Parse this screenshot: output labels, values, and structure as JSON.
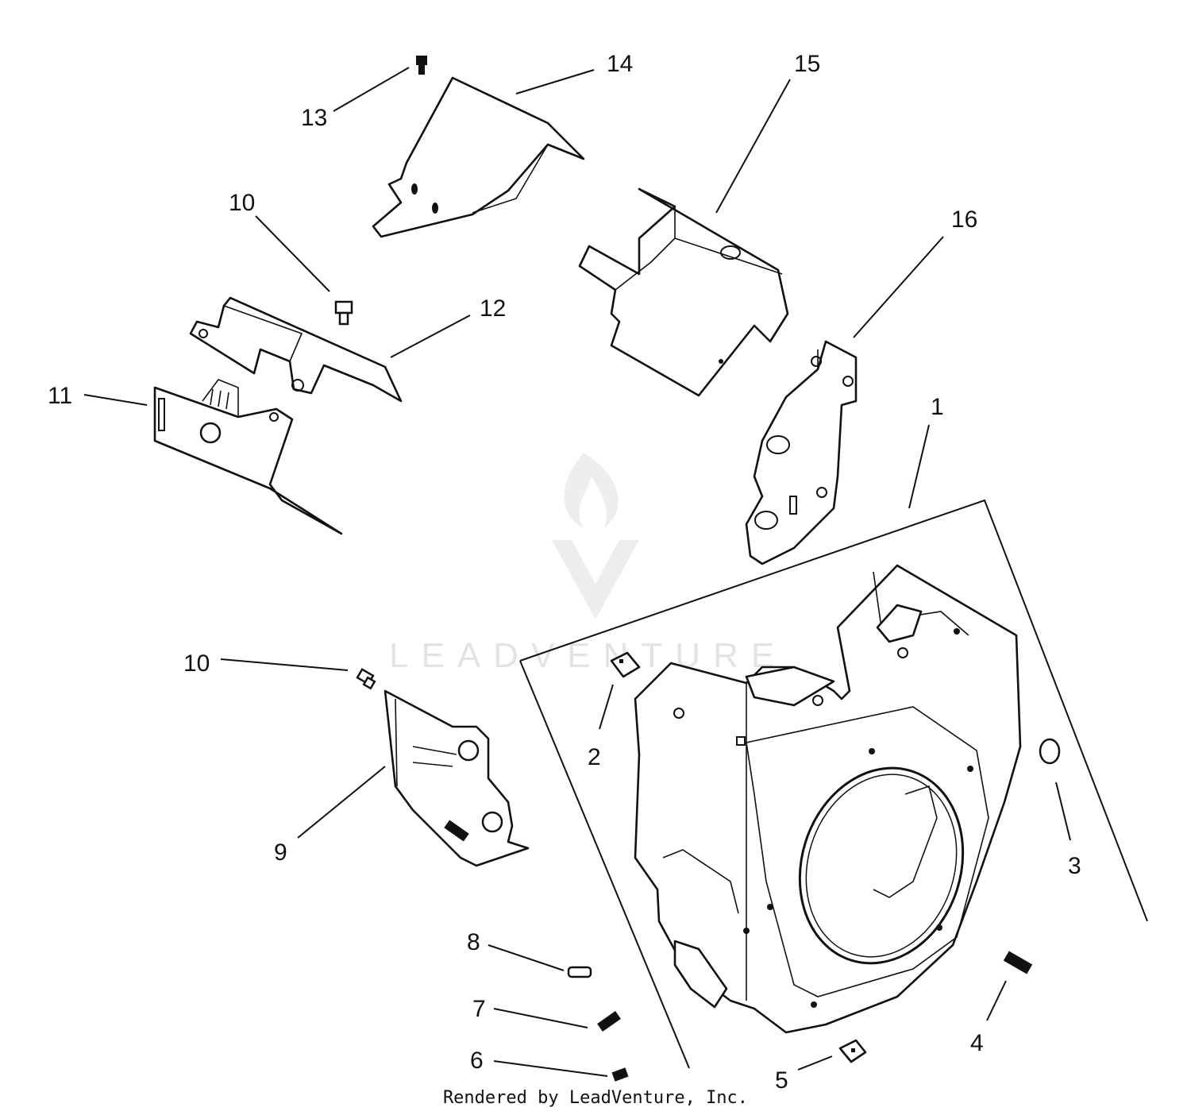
{
  "callouts": [
    "1",
    "2",
    "3",
    "4",
    "5",
    "6",
    "7",
    "8",
    "9",
    "10",
    "10",
    "11",
    "12",
    "13",
    "14",
    "15",
    "16"
  ],
  "watermark": {
    "brand": "LEADVENTURE",
    "color": "#e3e3e3"
  },
  "credit": "Rendered by LeadVenture, Inc."
}
